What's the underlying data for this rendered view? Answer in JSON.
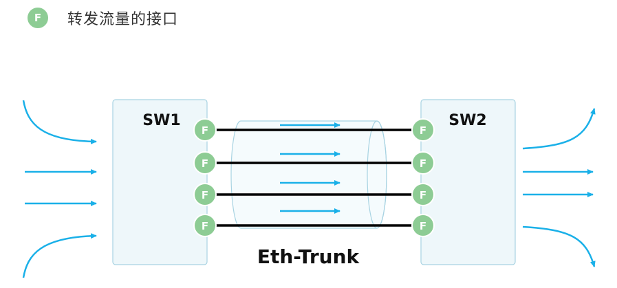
{
  "legend": {
    "badge": "F",
    "text": "转发流量的接口"
  },
  "switches": {
    "left": "SW1",
    "right": "SW2"
  },
  "trunk_label": "Eth-Trunk",
  "port_badge": "F",
  "colors": {
    "arrow": "#1ab0e8",
    "badge": "#8dcc94",
    "switch_fill": "#eef7fa",
    "switch_border": "#a8d3e2",
    "link": "#000000"
  }
}
